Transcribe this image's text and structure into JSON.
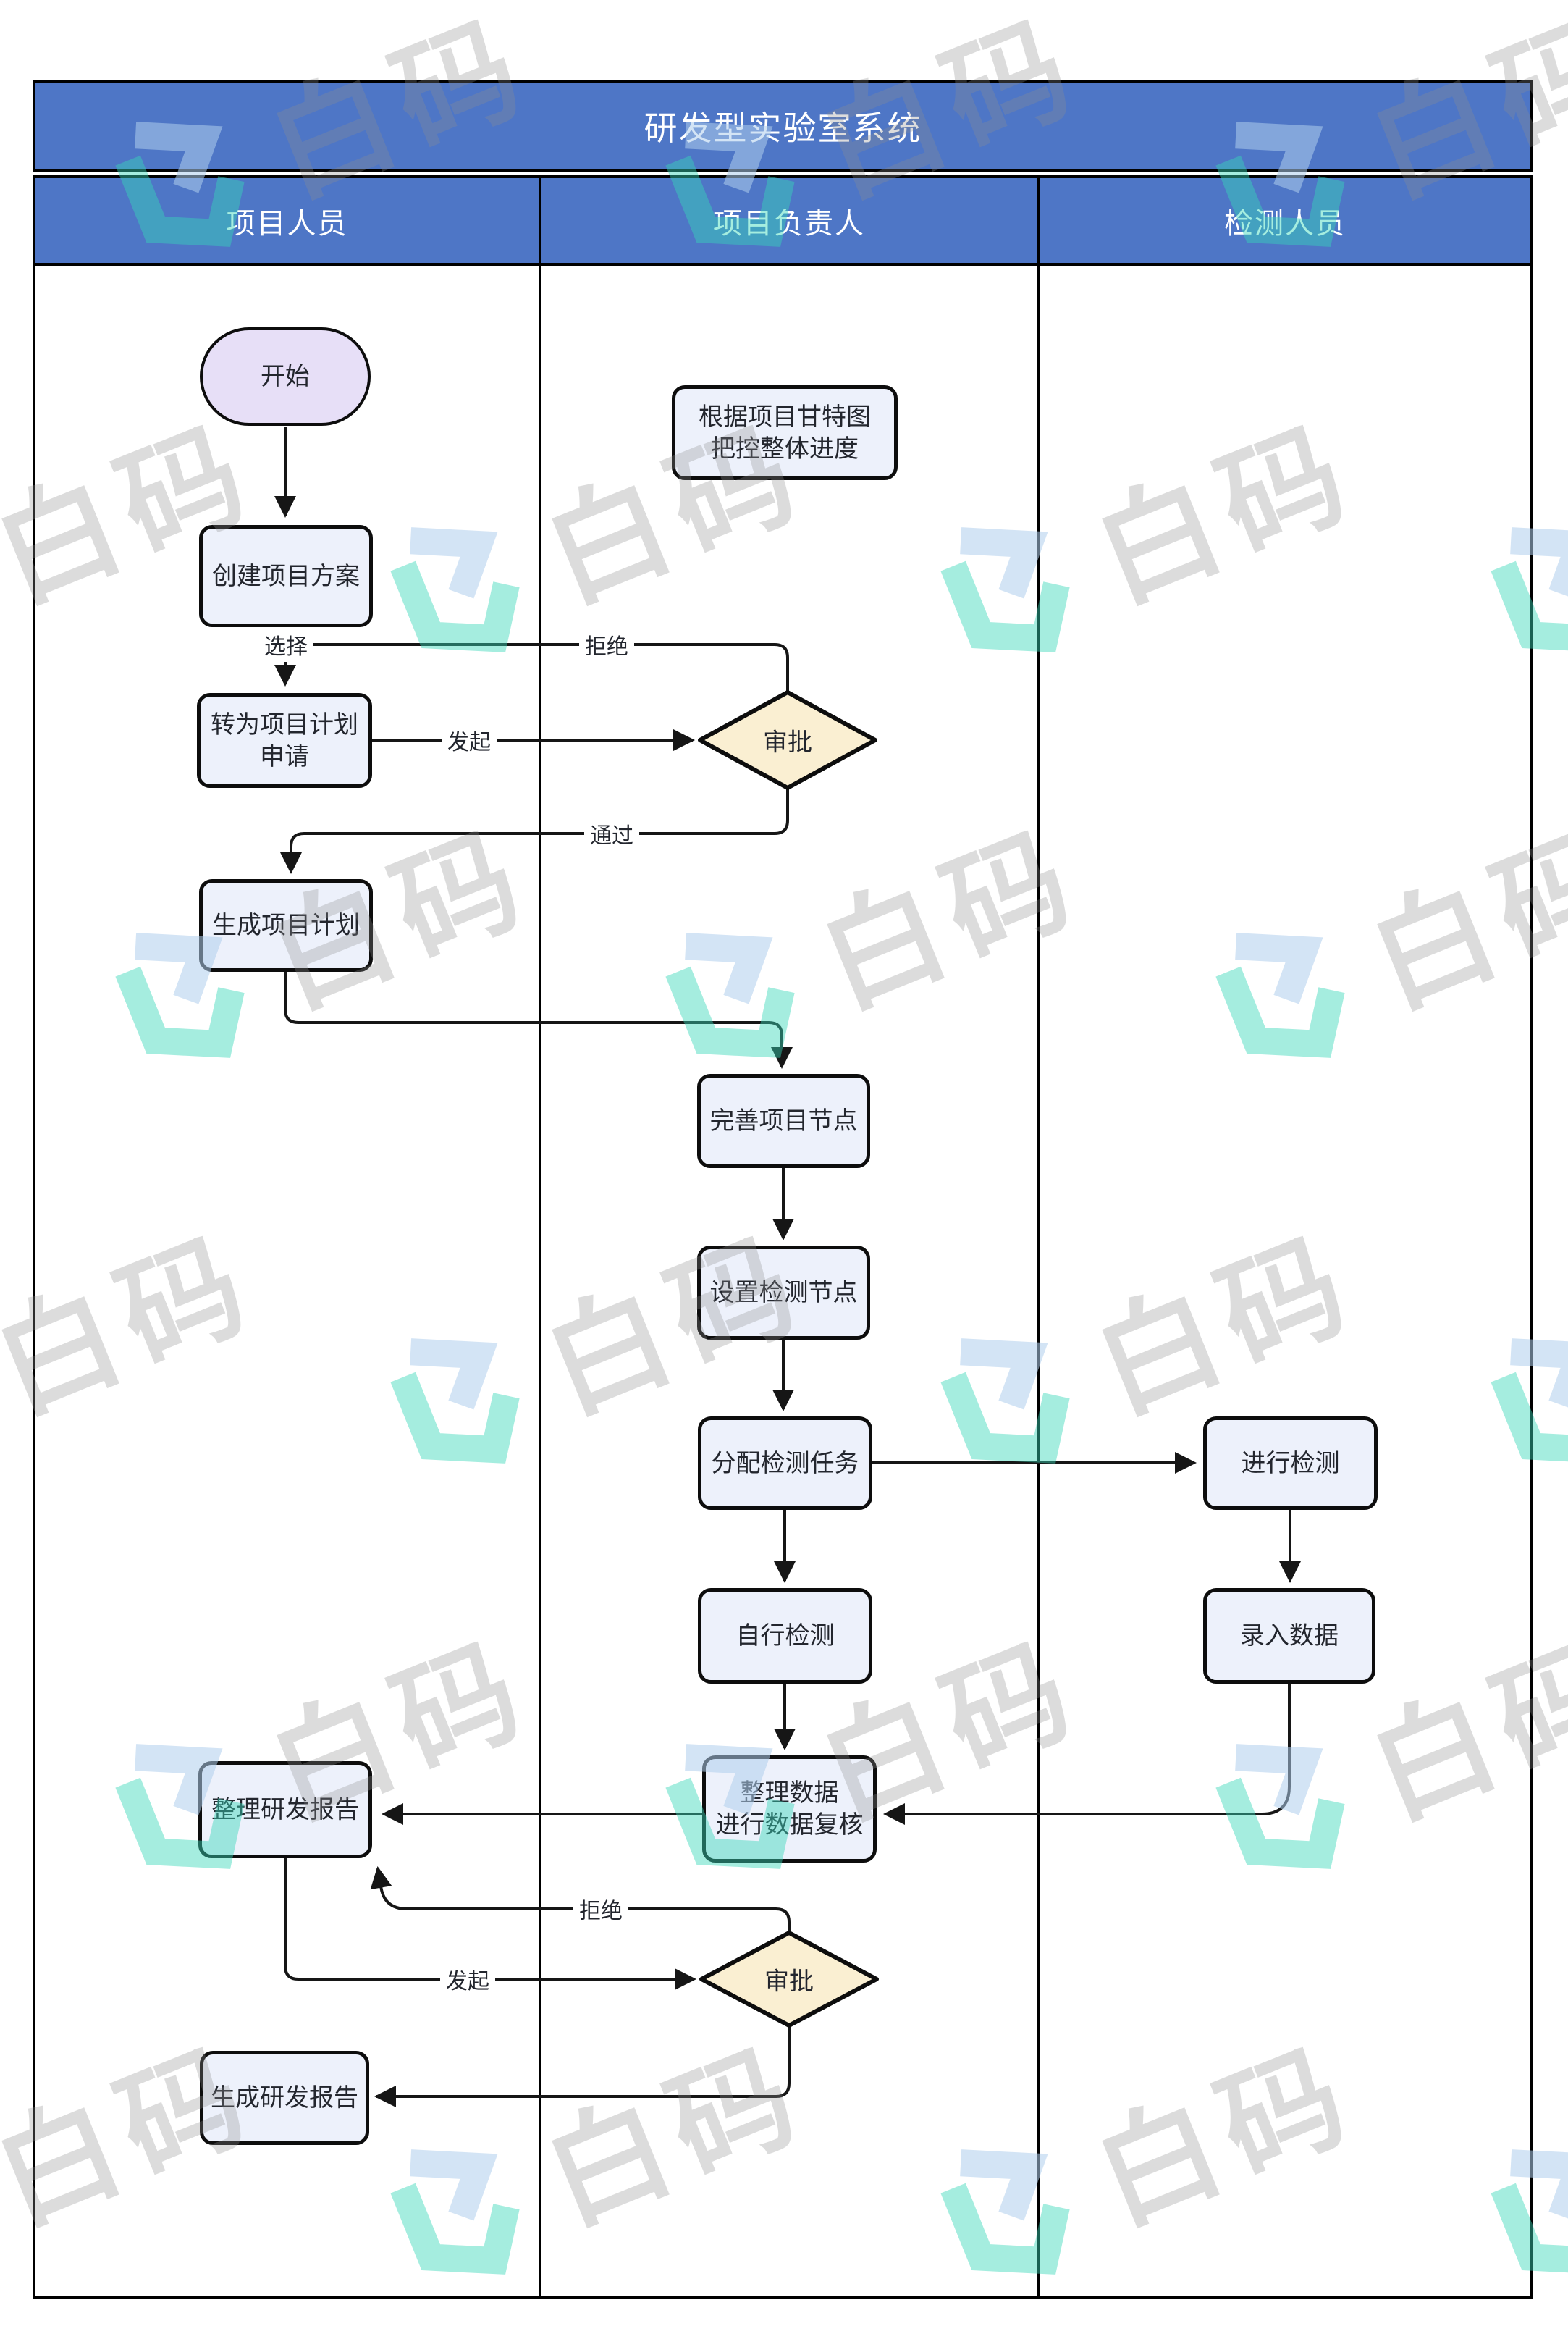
{
  "title": "研发型实验室系统",
  "lanes": [
    {
      "label": "项目人员"
    },
    {
      "label": "项目负责人"
    },
    {
      "label": "检测人员"
    }
  ],
  "nodes": {
    "start": {
      "label": "开始"
    },
    "create_plan": {
      "label": "创建项目方案"
    },
    "convert_request": {
      "l1": "转为项目计划",
      "l2": "申请"
    },
    "approval_top": {
      "label": "审批"
    },
    "generate_plan": {
      "label": "生成项目计划"
    },
    "gantt_note": {
      "l1": "根据项目甘特图",
      "l2": "把控整体进度"
    },
    "complete_nodes": {
      "label": "完善项目节点"
    },
    "set_test_nodes": {
      "label": "设置检测节点"
    },
    "assign_tasks": {
      "label": "分配检测任务"
    },
    "self_test": {
      "label": "自行检测"
    },
    "do_test": {
      "label": "进行检测"
    },
    "enter_data": {
      "label": "录入数据"
    },
    "review_data": {
      "l1": "整理数据",
      "l2": "进行数据复核"
    },
    "compile_report": {
      "label": "整理研发报告"
    },
    "approval_bottom": {
      "label": "审批"
    },
    "generate_report": {
      "label": "生成研发报告"
    }
  },
  "edge_labels": {
    "select": "选择",
    "reject_top": "拒绝",
    "initiate_top": "发起",
    "pass": "通过",
    "reject_bottom": "拒绝",
    "initiate_bottom": "发起"
  },
  "watermark": {
    "text": "白码"
  },
  "colors": {
    "header_blue": "#4E76C6",
    "node_fill": "#EDF1FB",
    "start_fill": "#E7DFF7",
    "diamond_fill": "#FAEFD2",
    "line": "#161616",
    "watermark_teal": "#37D7B7",
    "watermark_blue": "#AECDEC",
    "watermark_gray": "#8F8F8F"
  }
}
